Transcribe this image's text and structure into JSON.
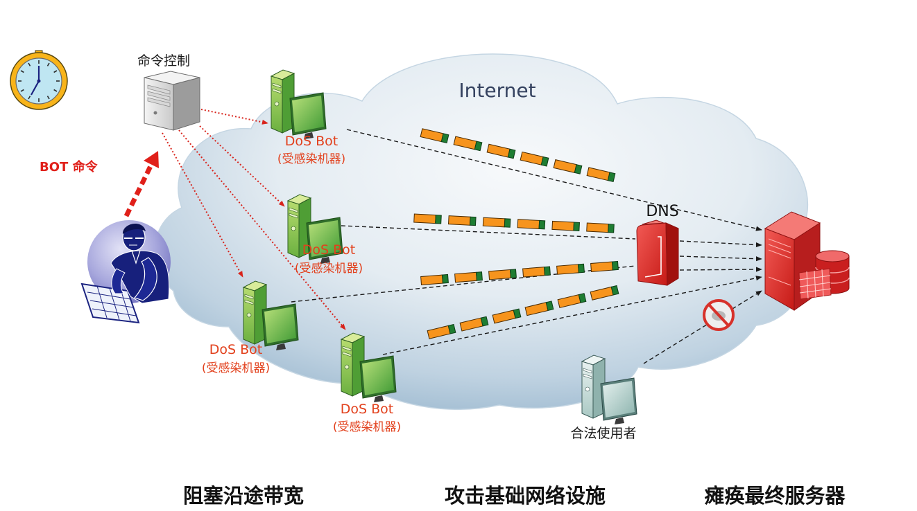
{
  "diagram": {
    "timer": {
      "icon": "clock-icon"
    },
    "command_control": {
      "label": "命令控制",
      "icon": "server-icon"
    },
    "bot_command": {
      "label": "BOT 命令"
    },
    "attacker": {
      "icon": "hacker-icon"
    },
    "internet": {
      "label": "Internet"
    },
    "bots": [
      {
        "label": "DoS Bot",
        "note": "(受感染机器)",
        "icon": "computer-icon"
      },
      {
        "label": "DoS Bot",
        "note": "(受感染机器)",
        "icon": "computer-icon"
      },
      {
        "label": "DoS Bot",
        "note": "(受感染机器)",
        "icon": "computer-icon"
      },
      {
        "label": "DoS Bot",
        "note": "(受感染机器)",
        "icon": "computer-icon"
      }
    ],
    "dns": {
      "label": "DNS",
      "icon": "dns-server-icon"
    },
    "target": {
      "icon": "target-server-icon"
    },
    "legit_user": {
      "label": "合法使用者",
      "icon": "computer-icon",
      "blocked_icon": "no-entry-icon"
    }
  },
  "captions": [
    "阻塞沿途带宽",
    "攻击基础网络设施",
    "瘫痪最终服务器"
  ],
  "colors": {
    "attack_label": "#e2401c",
    "command_arrow": "#e0201a",
    "packet": "#f7941d",
    "packet_tail": "#1e7d32",
    "cloud": "#b7cde0",
    "bot_computer": "#6cb33f",
    "target_server": "#e33b3b"
  }
}
